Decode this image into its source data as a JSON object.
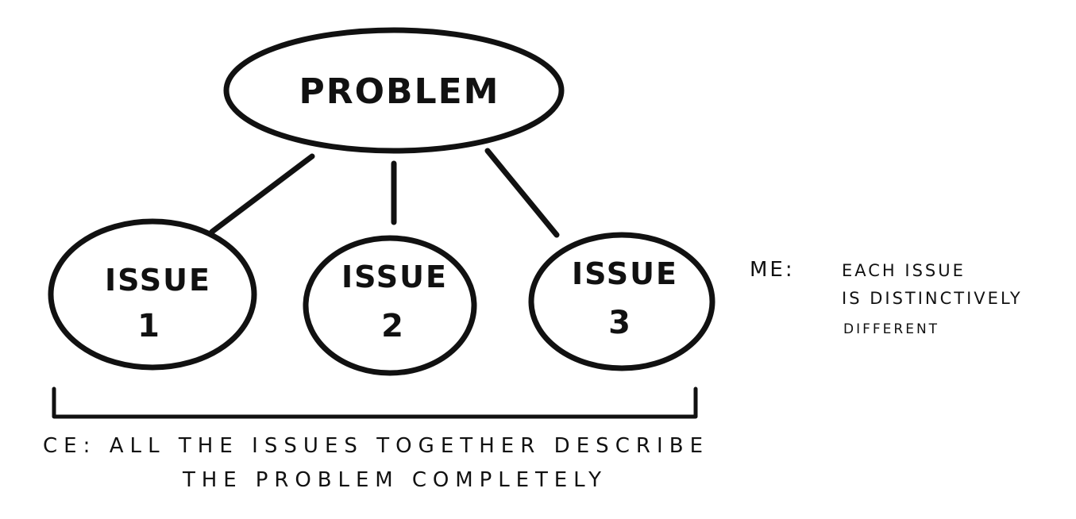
{
  "diagram": {
    "root": {
      "label": "PROBLEM"
    },
    "issues": [
      {
        "line1": "ISSUE",
        "line2": "1"
      },
      {
        "line1": "ISSUE",
        "line2": "2"
      },
      {
        "line1": "ISSUE",
        "line2": "3"
      }
    ],
    "me_note": {
      "prefix": "ME:",
      "lines": [
        "EACH ISSUE",
        "IS DISTINCTIVELY",
        "DIFFERENT"
      ]
    },
    "ce_note": {
      "line1": "CE: ALL THE ISSUES TOGETHER DESCRIBE",
      "line2": "THE PROBLEM COMPLETELY"
    },
    "stroke_color": "#111111",
    "background": "#ffffff"
  }
}
